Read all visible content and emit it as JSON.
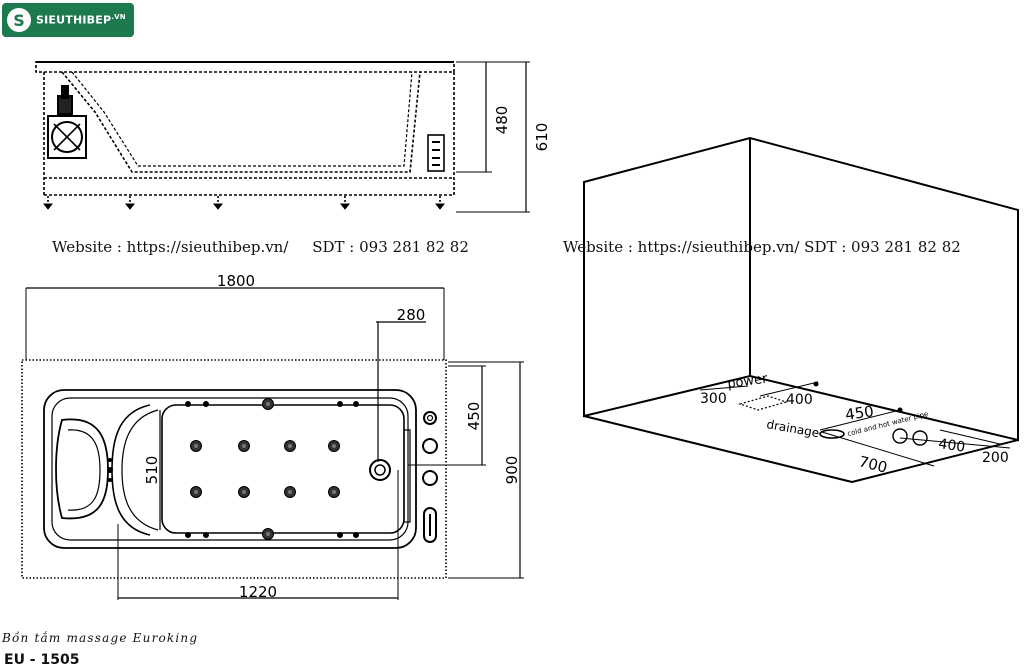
{
  "brand": {
    "logo_text": "SIEUTHIBEP",
    "logo_domain": ".VN",
    "brand_color": "#1d7a4f"
  },
  "contact": {
    "left": "Website : https://sieuthibep.vn/     SDT : 093 281 82 82",
    "right": "Website : https://sieuthibep.vn/ SDT : 093 281 82 82"
  },
  "side_view": {
    "dim_height_inner": "480",
    "dim_height_total": "610"
  },
  "top_view": {
    "dim_length": "1800",
    "dim_drain_offset": "280",
    "dim_drain_depth": "450",
    "dim_width": "900",
    "dim_inner_width": "510",
    "dim_inner_length": "1220"
  },
  "room_view": {
    "label_power": "power",
    "label_drainage": "drainage",
    "label_water": "cold and hot water pipe",
    "dim_300": "300",
    "dim_400_power": "400",
    "dim_450": "450",
    "dim_400_pipe": "400",
    "dim_700": "700",
    "dim_200": "200"
  },
  "product": {
    "caption": "Bồn tắm massage Euroking",
    "model": "EU - 1505"
  }
}
